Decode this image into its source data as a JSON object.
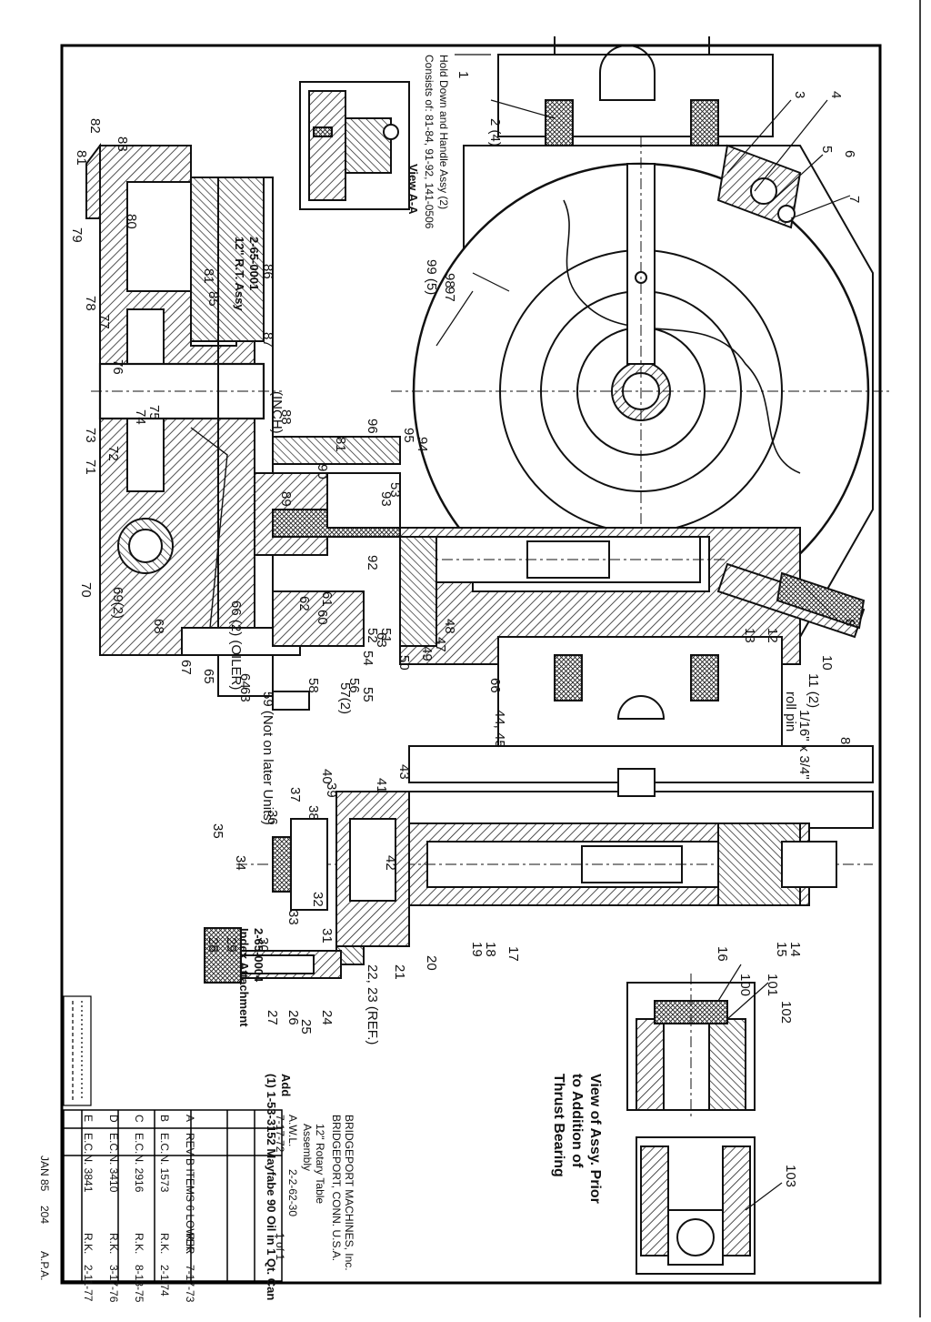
{
  "view_aa": {
    "title": "View A-A",
    "note_line1": "Hold Down and Handle Assy (2)",
    "note_line2": "Consists of: 81-84, 91-92, 141-0506"
  },
  "rt_assy": {
    "part_no": "2-65-0001",
    "name": "12\" R.T. Assy"
  },
  "index_attachment": {
    "part_no": "2-65-0004",
    "name": "Index Attachment"
  },
  "thrust_view": {
    "line1": "View of Assy. Prior",
    "line2": "to Addition of",
    "line3": "Thrust Bearing"
  },
  "add_note": {
    "line1": "Add",
    "line2": "(1) 1-53-3152 Mayfabe 90 Oil in 1 Qt. Can"
  },
  "callouts": [
    {
      "id": "c1",
      "text": "1"
    },
    {
      "id": "c2",
      "text": "2 (4)"
    },
    {
      "id": "c3",
      "text": "3"
    },
    {
      "id": "c4",
      "text": "4"
    },
    {
      "id": "c5",
      "text": "5"
    },
    {
      "id": "c6",
      "text": "6"
    },
    {
      "id": "c7",
      "text": "7"
    },
    {
      "id": "c8a",
      "text": "8"
    },
    {
      "id": "c8b",
      "text": "8"
    },
    {
      "id": "c10",
      "text": "10"
    },
    {
      "id": "c11",
      "text": "11 (2)"
    },
    {
      "id": "c12",
      "text": "12"
    },
    {
      "id": "c13",
      "text": "13"
    },
    {
      "id": "c14",
      "text": "14"
    },
    {
      "id": "c15",
      "text": "15"
    },
    {
      "id": "c16",
      "text": "16"
    },
    {
      "id": "c17",
      "text": "17"
    },
    {
      "id": "c18",
      "text": "18"
    },
    {
      "id": "c19",
      "text": "19"
    },
    {
      "id": "c20",
      "text": "20"
    },
    {
      "id": "c21",
      "text": "21"
    },
    {
      "id": "c22",
      "text": "22, 23 (REF.)"
    },
    {
      "id": "c24",
      "text": "24"
    },
    {
      "id": "c25",
      "text": "25"
    },
    {
      "id": "c26",
      "text": "26"
    },
    {
      "id": "c27",
      "text": "27"
    },
    {
      "id": "c28",
      "text": "28"
    },
    {
      "id": "c29",
      "text": "29"
    },
    {
      "id": "c30",
      "text": "30"
    },
    {
      "id": "c31",
      "text": "31"
    },
    {
      "id": "c32",
      "text": "32"
    },
    {
      "id": "c33",
      "text": "33"
    },
    {
      "id": "c34",
      "text": "34"
    },
    {
      "id": "c35",
      "text": "35"
    },
    {
      "id": "c36",
      "text": "36"
    },
    {
      "id": "c37",
      "text": "37"
    },
    {
      "id": "c38",
      "text": "38"
    },
    {
      "id": "c39",
      "text": "39"
    },
    {
      "id": "c40",
      "text": "40"
    },
    {
      "id": "c41",
      "text": "41"
    },
    {
      "id": "c42",
      "text": "42"
    },
    {
      "id": "c43",
      "text": "43"
    },
    {
      "id": "c44",
      "text": "44, 45"
    },
    {
      "id": "c47",
      "text": "47"
    },
    {
      "id": "c48",
      "text": "48"
    },
    {
      "id": "c49",
      "text": "49"
    },
    {
      "id": "c50",
      "text": "50"
    },
    {
      "id": "c51",
      "text": "51"
    },
    {
      "id": "c52",
      "text": "52"
    },
    {
      "id": "c53",
      "text": "53"
    },
    {
      "id": "c54",
      "text": "54"
    },
    {
      "id": "c55",
      "text": "55"
    },
    {
      "id": "c56",
      "text": "56"
    },
    {
      "id": "c57",
      "text": "57(2)"
    },
    {
      "id": "c58",
      "text": "58"
    },
    {
      "id": "c59",
      "text": "59 (Not on later Units)"
    },
    {
      "id": "c60",
      "text": "60"
    },
    {
      "id": "c61",
      "text": "61"
    },
    {
      "id": "c62",
      "text": "62"
    },
    {
      "id": "c63a",
      "text": "63"
    },
    {
      "id": "c63b",
      "text": "63"
    },
    {
      "id": "c64",
      "text": "64"
    },
    {
      "id": "c65",
      "text": "65"
    },
    {
      "id": "c66",
      "text": "66"
    },
    {
      "id": "c67",
      "text": "67"
    },
    {
      "id": "c68",
      "text": "68"
    },
    {
      "id": "c69",
      "text": "69(2)"
    },
    {
      "id": "c70",
      "text": "70"
    },
    {
      "id": "c71",
      "text": "71"
    },
    {
      "id": "c72",
      "text": "72"
    },
    {
      "id": "c73",
      "text": "73"
    },
    {
      "id": "c74",
      "text": "74"
    },
    {
      "id": "c75",
      "text": "75"
    },
    {
      "id": "c76",
      "text": "76"
    },
    {
      "id": "c77",
      "text": "77"
    },
    {
      "id": "c78",
      "text": "78"
    },
    {
      "id": "c79",
      "text": "79"
    },
    {
      "id": "c80",
      "text": "80"
    },
    {
      "id": "c81a",
      "text": "81"
    },
    {
      "id": "c81b",
      "text": "81"
    },
    {
      "id": "c81c",
      "text": "81"
    },
    {
      "id": "c82",
      "text": "82"
    },
    {
      "id": "c83",
      "text": "83"
    },
    {
      "id": "c85",
      "text": "85"
    },
    {
      "id": "c86",
      "text": "86"
    },
    {
      "id": "c87",
      "text": "87"
    },
    {
      "id": "c88",
      "text": "88"
    },
    {
      "id": "c89",
      "text": "89"
    },
    {
      "id": "c90",
      "text": "90"
    },
    {
      "id": "c92",
      "text": "92"
    },
    {
      "id": "c93",
      "text": "93"
    },
    {
      "id": "c94",
      "text": "94"
    },
    {
      "id": "c95",
      "text": "95"
    },
    {
      "id": "c96",
      "text": "96"
    },
    {
      "id": "c97",
      "text": "97"
    },
    {
      "id": "c98",
      "text": "98"
    },
    {
      "id": "c99",
      "text": "99 (5)"
    },
    {
      "id": "c100",
      "text": "100"
    },
    {
      "id": "c101",
      "text": "101"
    },
    {
      "id": "c102",
      "text": "102"
    },
    {
      "id": "c103",
      "text": "103"
    },
    {
      "id": "cpin1",
      "text": "1/16\" x 3/4\""
    },
    {
      "id": "cpin2",
      "text": "roll pin"
    },
    {
      "id": "cinch",
      "text": "(INCH)"
    },
    {
      "id": "coiler",
      "text": "66 (2) (OILER)"
    }
  ],
  "title_block": {
    "revisions": [
      {
        "ltr": "E",
        "ecn": "E.C.N. 3841",
        "by": "R.K.",
        "date": "2-11-77"
      },
      {
        "ltr": "D",
        "ecn": "E.C.N. 3410",
        "by": "R.K.",
        "date": "3-17-76"
      },
      {
        "ltr": "C",
        "ecn": "E.C.N. 2916",
        "by": "R.K.",
        "date": "8-13-75"
      },
      {
        "ltr": "B",
        "ecn": "E.C.N. 1573",
        "by": "R.K.",
        "date": "2-1-74"
      },
      {
        "ltr": "A",
        "ecn": "REV B ITEMS 6 LOWER",
        "by": "R.K.",
        "date": "7-17-73"
      }
    ],
    "company_line1": "BRIDGEPORT MACHINES, Inc.",
    "company_line2": "BRIDGEPORT, CONN. U.S.A.",
    "title_line1": "12\" Rotary Table",
    "title_line2": "Assembly",
    "drawn_label": "A.W.L.",
    "drawn_date": "7-17-72",
    "drawing_no": "2-2-62-30",
    "sheet": "1 of 1",
    "bottom_left": "JAN 85",
    "bottom_mid": "204",
    "bottom_right": "A.P.A."
  }
}
